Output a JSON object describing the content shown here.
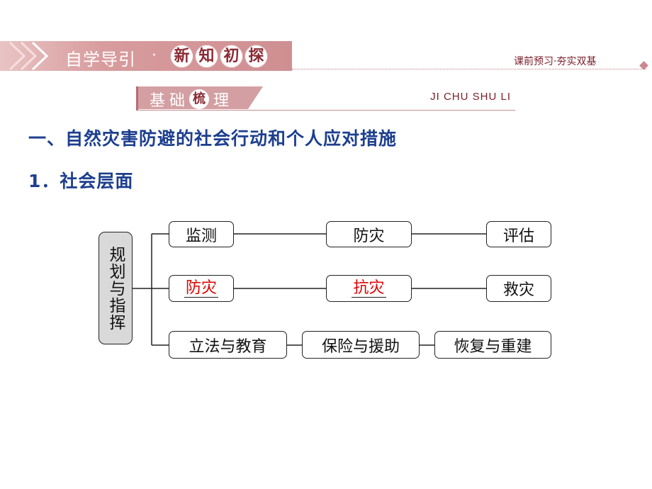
{
  "header": {
    "banner_title": "自学导引",
    "banner_badges": [
      "新",
      "知",
      "初",
      "探"
    ],
    "right_caption": "课前预习·夯实双基"
  },
  "section": {
    "title_before": "基础",
    "title_badge": "梳",
    "title_after": "理",
    "pinyin": "JI CHU SHU LI"
  },
  "content": {
    "heading": "一、自然灾害防避的社会行动和个人应对措施",
    "subheading": "1．社会层面"
  },
  "diagram": {
    "root": "规划与指挥",
    "row1": [
      "监测",
      "防灾",
      "评估"
    ],
    "row2": [
      "防灾",
      "抗灾",
      "救灾"
    ],
    "row3": [
      "立法与教育",
      "保险与援助",
      "恢复与重建"
    ],
    "colors": {
      "answer": "#e00000",
      "heading": "#1d3f8f",
      "root_fill": "#d9d9d9"
    }
  }
}
